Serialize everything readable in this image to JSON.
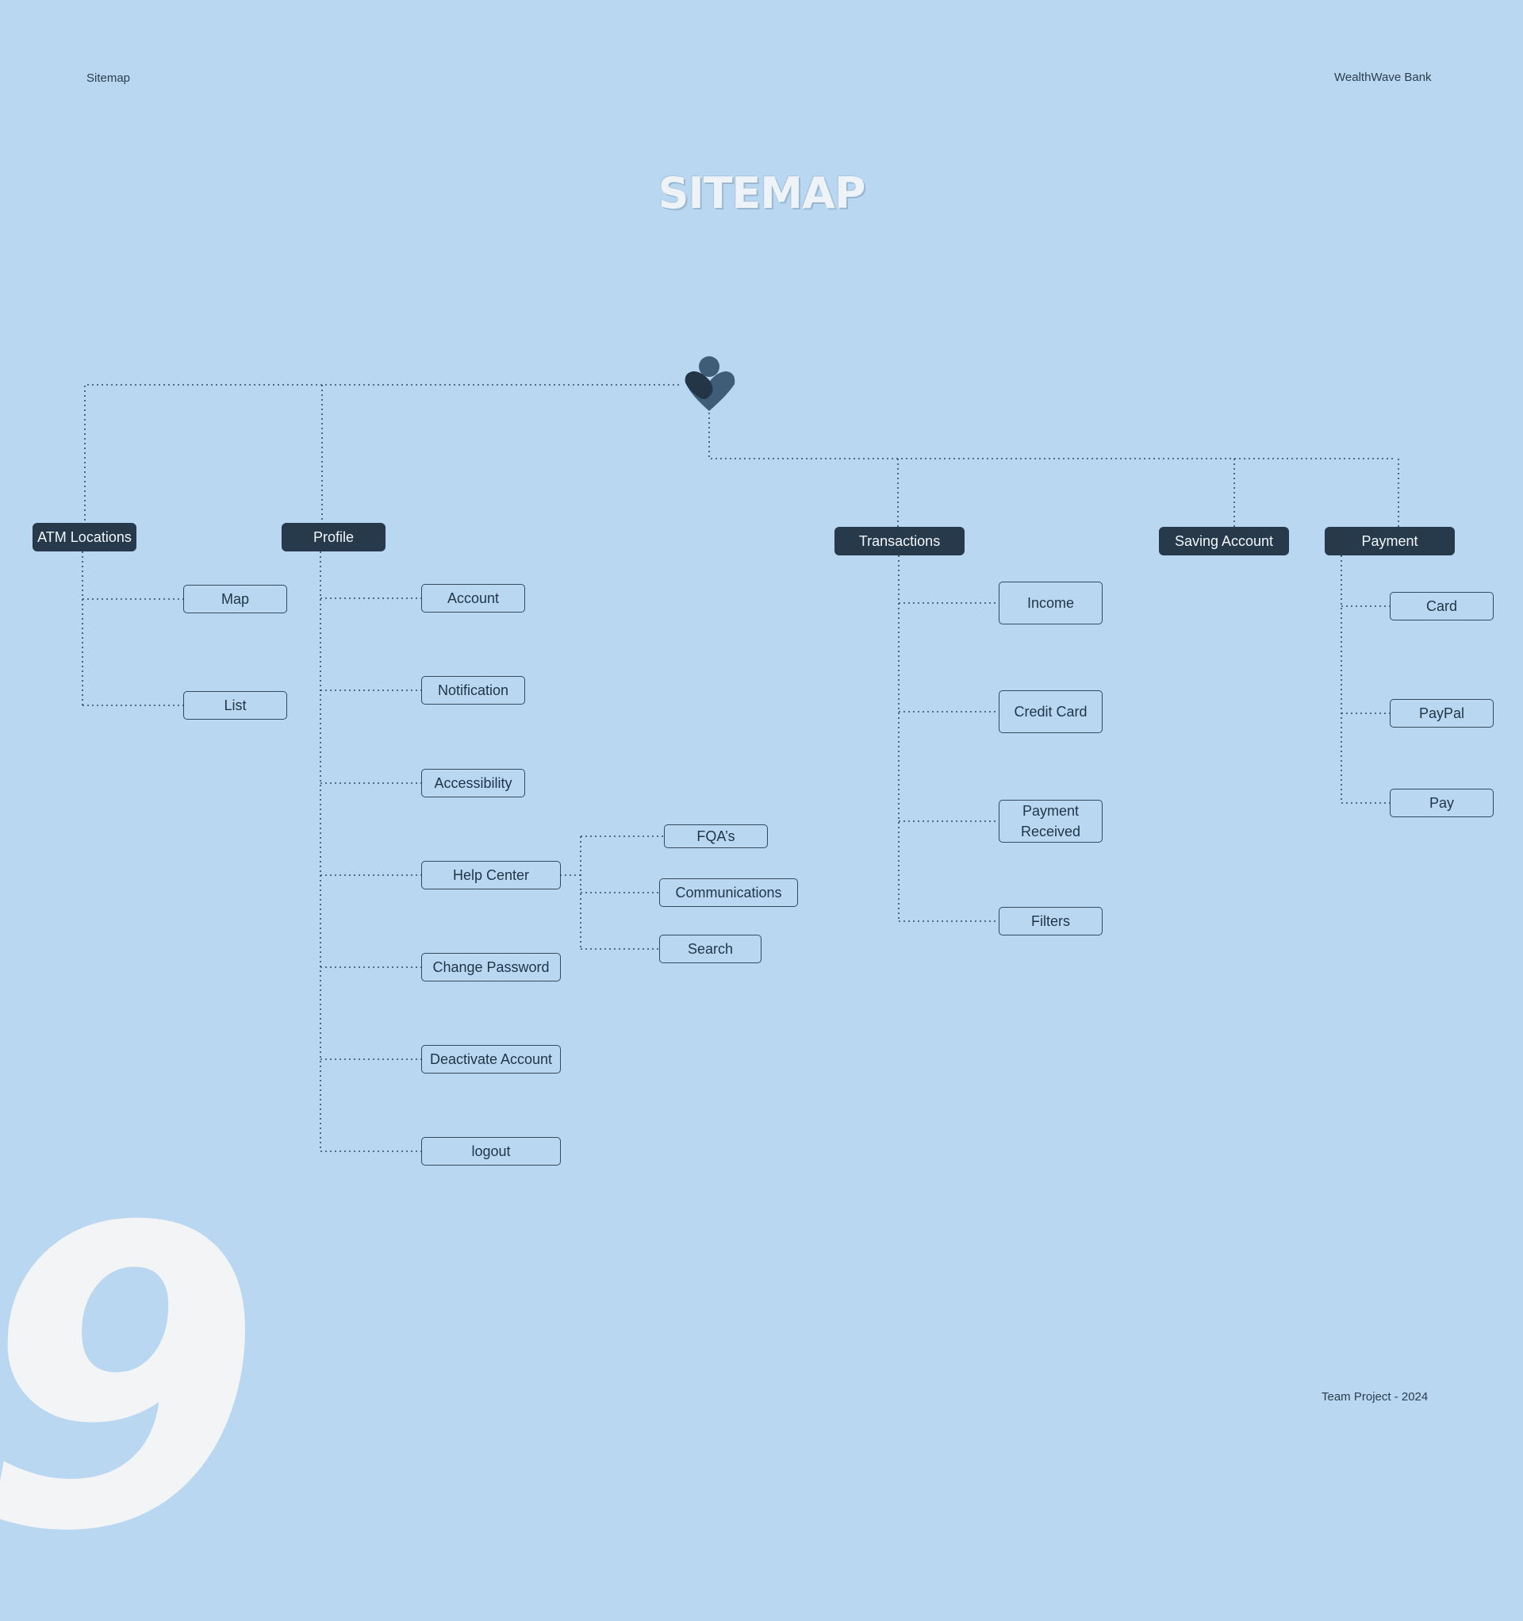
{
  "header": {
    "left_label": "Sitemap",
    "right_label": "WealthWave Bank",
    "title": "SITEMAP"
  },
  "footer": {
    "right_label": "Team Project - 2024",
    "page_number": "9"
  },
  "colors": {
    "background": "#bad7f1",
    "primary_node": "#273a4b",
    "connector": "#33495d",
    "logo_dark": "#233648",
    "logo_mid": "#3f5d78"
  },
  "diagram": {
    "root_icon": "wealthwave-logo-icon",
    "sections": [
      {
        "label": "ATM Locations",
        "children": [
          "Map",
          "List"
        ]
      },
      {
        "label": "Profile",
        "children": [
          "Account",
          "Notification",
          "Accessibility",
          "Help Center",
          "Change Password",
          "Deactivate Account",
          "logout"
        ]
      },
      {
        "label": "Transactions",
        "children": [
          "Income",
          "Credit Card",
          "Payment Received",
          "Filters"
        ]
      },
      {
        "label": "Saving Account",
        "children": []
      },
      {
        "label": "Payment",
        "children": [
          "Card",
          "PayPal",
          "Pay"
        ]
      }
    ],
    "help_center_children": [
      "FQA’s",
      "Communications",
      "Search"
    ]
  }
}
